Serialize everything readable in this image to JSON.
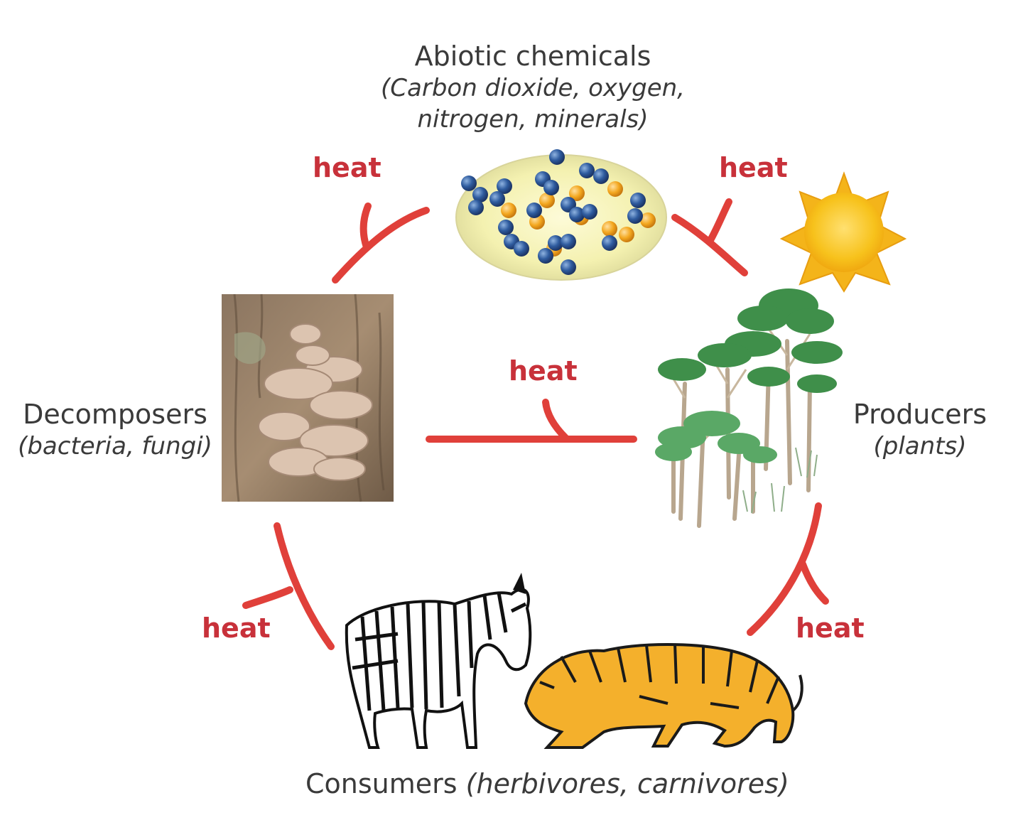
{
  "abiotic": {
    "title": "Abiotic chemicals",
    "sub_line1": "(Carbon dioxide, oxygen,",
    "sub_line2": "nitrogen, minerals)"
  },
  "producers": {
    "title": "Producers",
    "sub": "(plants)"
  },
  "decomposers": {
    "title": "Decomposers",
    "sub": "(bacteria, fungi)"
  },
  "consumers": {
    "title": "Consumers",
    "sub": "(herbivores, carnivores)"
  },
  "heat_label": "heat",
  "colors": {
    "arrow": "#e0403a",
    "heat_text": "#c8313a",
    "label": "#3a3a3a"
  },
  "icons": [
    "molecules-icon",
    "sun-icon",
    "trees-icon",
    "mushroom-photo",
    "zebra-icon",
    "tiger-icon"
  ]
}
